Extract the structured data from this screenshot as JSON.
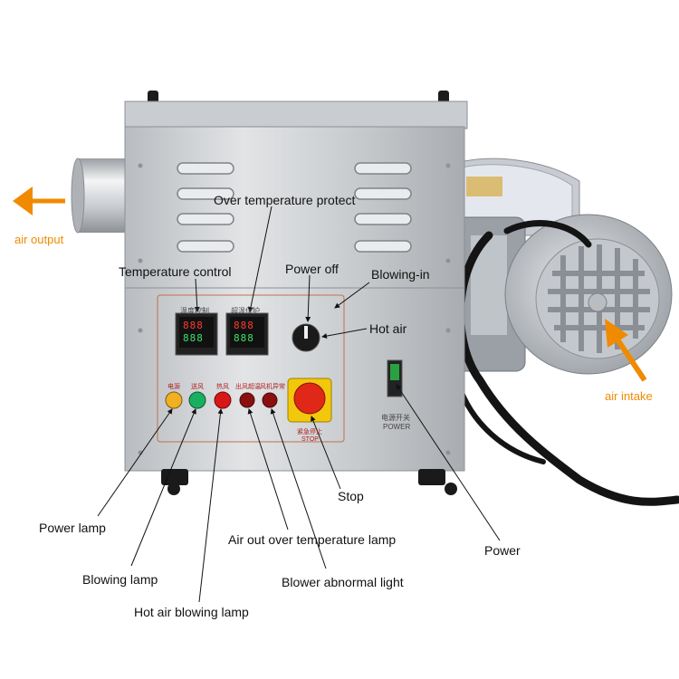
{
  "labels": {
    "air_output": "air output",
    "air_intake": "air intake",
    "over_temperature_protect": "Over temperature protect",
    "temperature_control": "Temperature control",
    "power_off": "Power off",
    "blowing_in": "Blowing-in",
    "hot_air": "Hot air",
    "stop": "Stop",
    "power": "Power",
    "power_lamp": "Power lamp",
    "blowing_lamp": "Blowing lamp",
    "hot_air_blowing_lamp": "Hot air blowing lamp",
    "air_out_over_temperature_lamp": "Air out over temperature lamp",
    "blower_abnormal_light": "Blower abnormal light"
  },
  "panel": {
    "controller1_caption": "温度控制",
    "controller2_caption": "超温保护",
    "display_top": "888",
    "display_bottom": "888",
    "lamp_captions": [
      "电源",
      "送风",
      "热风",
      "出风超温",
      "风机异常"
    ],
    "stop_top": "紧急停止",
    "stop_bottom": "STOP",
    "switch_top": "电源开关",
    "switch_bottom": "POWER"
  },
  "colors": {
    "arrow": "#f08a00",
    "lamp_power": "#f0b020",
    "lamp_blowing": "#18b060",
    "lamp_hot_air": "#d81818",
    "lamp_alarm": "#8a1010",
    "stop_button": "#e02818"
  }
}
